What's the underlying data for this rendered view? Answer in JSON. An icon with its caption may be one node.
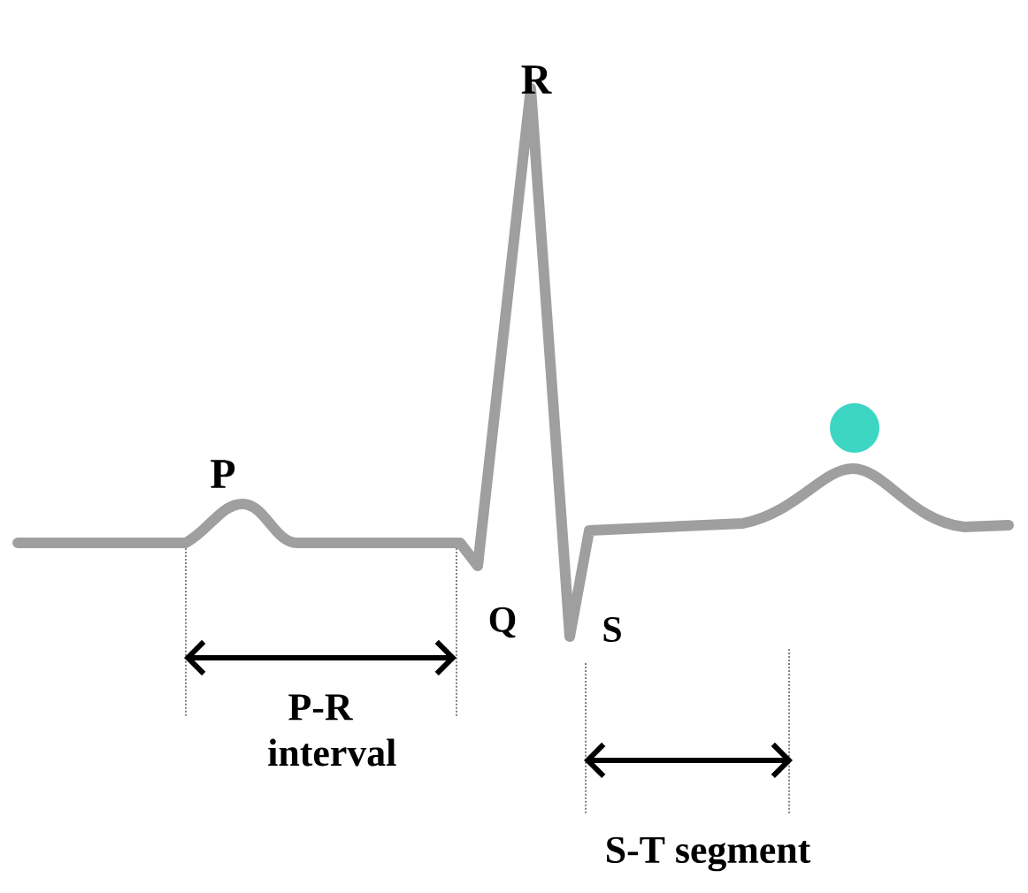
{
  "diagram": {
    "labels": [
      "R",
      "P",
      "Q",
      "S",
      "P-R interval",
      "S-T segment"
    ]
  }
}
